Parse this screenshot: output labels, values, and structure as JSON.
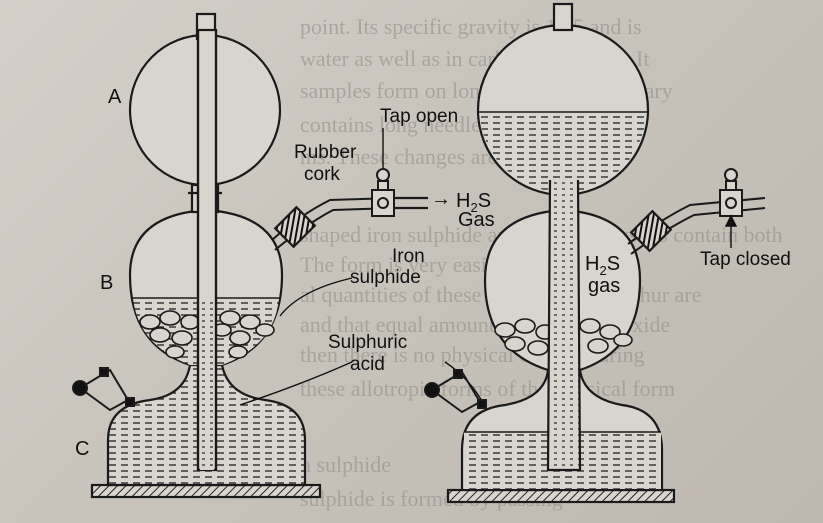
{
  "labels": {
    "A": "A",
    "B": "B",
    "C": "C",
    "rubber_cork_1": "Rubber",
    "rubber_cork_2": "cork",
    "tap_open": "Tap open",
    "h2s_main": "H",
    "h2s_sub": "2",
    "h2s_s": "S",
    "gas": "Gas",
    "iron_1": "Iron",
    "iron_2": "sulphide",
    "acid_1": "Sulphuric",
    "acid_2": "acid",
    "h2s_gas_right_main": "H",
    "h2s_gas_right_sub": "2",
    "h2s_gas_right_s": "S",
    "gas_right": "gas",
    "tap_closed": "Tap closed",
    "arrow": "→"
  },
  "background_text": [
    "point. Its specific gravity is 1.95 and is",
    "water as well as in carbon disulphide. It",
    "samples form on long standing at ordinary",
    "contains long needle-shaped crystals",
    "ms. These changes are caused by non",
    "shaped iron sulphide and then the crystals contain both",
    "The form is very easily",
    "al quantities of these allotropes of sulphur are",
    "and that equal amounts of sulphur dioxide",
    "then there is no physical change during",
    "these allotropic forms of the physical form",
    "n sulphide",
    "sulphide is formed by passing"
  ]
}
